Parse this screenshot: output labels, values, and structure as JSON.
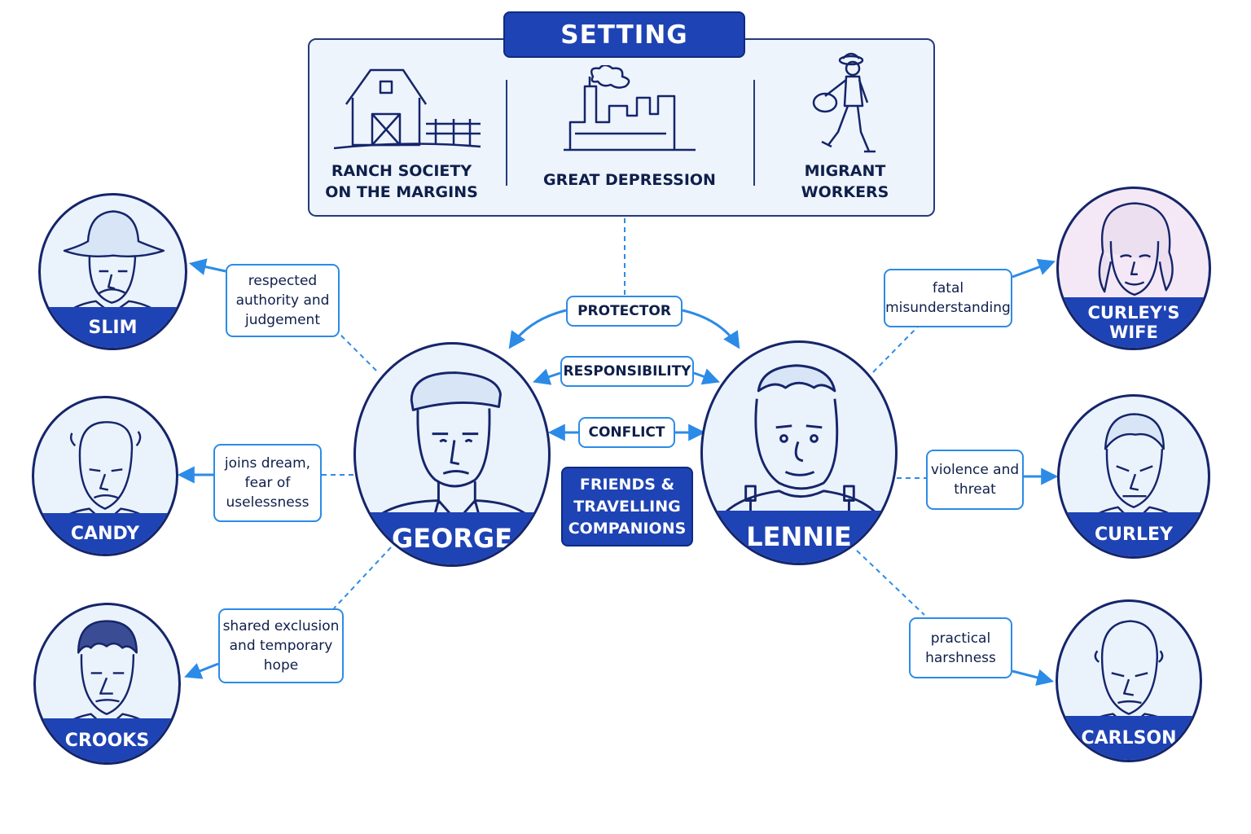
{
  "setting": {
    "title": "SETTING",
    "items": [
      {
        "line1": "RANCH SOCIETY",
        "line2": "ON THE MARGINS",
        "icon": "barn-icon"
      },
      {
        "line1": "GREAT DEPRESSION",
        "icon": "factory-icon"
      },
      {
        "line1": "MIGRANT",
        "line2": "WORKERS",
        "icon": "walking-worker-icon"
      }
    ]
  },
  "main": {
    "george": "GEORGE",
    "lennie": "LENNIE",
    "relations": [
      "PROTECTOR",
      "RESPONSIBILITY",
      "CONFLICT"
    ],
    "friends": {
      "line1": "FRIENDS &",
      "line2": "TRAVELLING",
      "line3": "COMPANIONS"
    }
  },
  "characters": {
    "slim": {
      "name": "SLIM",
      "note": [
        "respected",
        "authority and",
        "judgement"
      ]
    },
    "candy": {
      "name": "CANDY",
      "note": [
        "joins dream,",
        "fear of",
        "uselessness"
      ]
    },
    "crooks": {
      "name": "CROOKS",
      "note": [
        "shared exclusion",
        "and temporary",
        "hope"
      ]
    },
    "curleys_wife": {
      "name1": "CURLEY'S",
      "name2": "WIFE",
      "note": [
        "fatal",
        "misunderstanding"
      ]
    },
    "curley": {
      "name": "CURLEY",
      "note": [
        "violence and",
        "threat"
      ]
    },
    "carlson": {
      "name": "CARLSON",
      "note": [
        "practical",
        "harshness"
      ]
    }
  },
  "colors": {
    "navy": "#1e43b4",
    "accent_blue": "#2c8be6",
    "outline": "#15256a",
    "panel_bg": "#eef4fc"
  }
}
